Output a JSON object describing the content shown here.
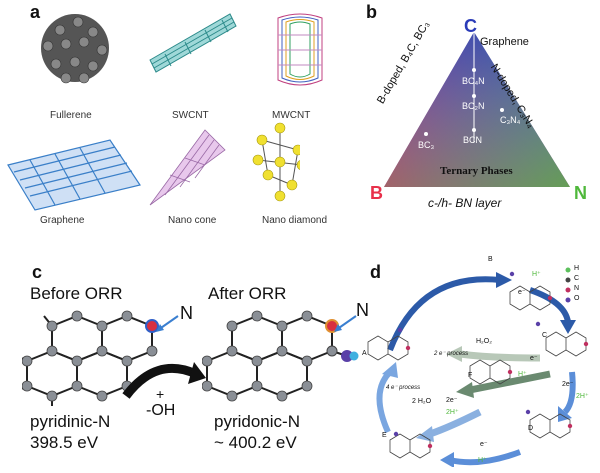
{
  "panel_a": {
    "letter": "a",
    "labels": [
      "Fullerene",
      "SWCNT",
      "MWCNT",
      "Graphene",
      "Nano cone",
      "Nano diamond"
    ]
  },
  "panel_b": {
    "letter": "b",
    "vertex_top": "C",
    "vertex_left": "B",
    "vertex_right": "N",
    "graphene": "Graphene",
    "left_edge": "B-doped, B₄C, BC₃",
    "right_edge": "N-doped, C₃N₄",
    "bottom_edge": "c-/h- BN layer",
    "center_title": "Ternary Phases",
    "points": [
      "BC₄N",
      "BC₂N",
      "C₃N₄",
      "BCN",
      "BC₃"
    ],
    "colors": {
      "c": "#2a3bb8",
      "b": "#e8304a",
      "n": "#4fb83b"
    }
  },
  "panel_c": {
    "letter": "c",
    "before": "Before ORR",
    "after": "After ORR",
    "n_left": "N",
    "n_right": "N",
    "arrow_plus": "+",
    "arrow_oh": "-OH",
    "left_name": "pyridinic-N",
    "left_ev": "398.5 eV",
    "right_name": "pyridonic-N",
    "right_ev": "~ 400.2 eV"
  },
  "panel_d": {
    "letter": "d",
    "legend": [
      "H",
      "C",
      "N",
      "O"
    ],
    "states": [
      "A",
      "B",
      "C",
      "D",
      "E",
      "F"
    ],
    "h2o2": "H₂O₂",
    "h2o": "2 H₂O",
    "two_e_process": "2 e⁻ process",
    "four_e_process": "4 e⁻ process",
    "step_labels": [
      "H⁺",
      "e⁻",
      "e⁻",
      "H⁺",
      "2e⁻",
      "2H⁺",
      "2e⁻",
      "2H⁺",
      "e⁻",
      "H⁺"
    ]
  }
}
